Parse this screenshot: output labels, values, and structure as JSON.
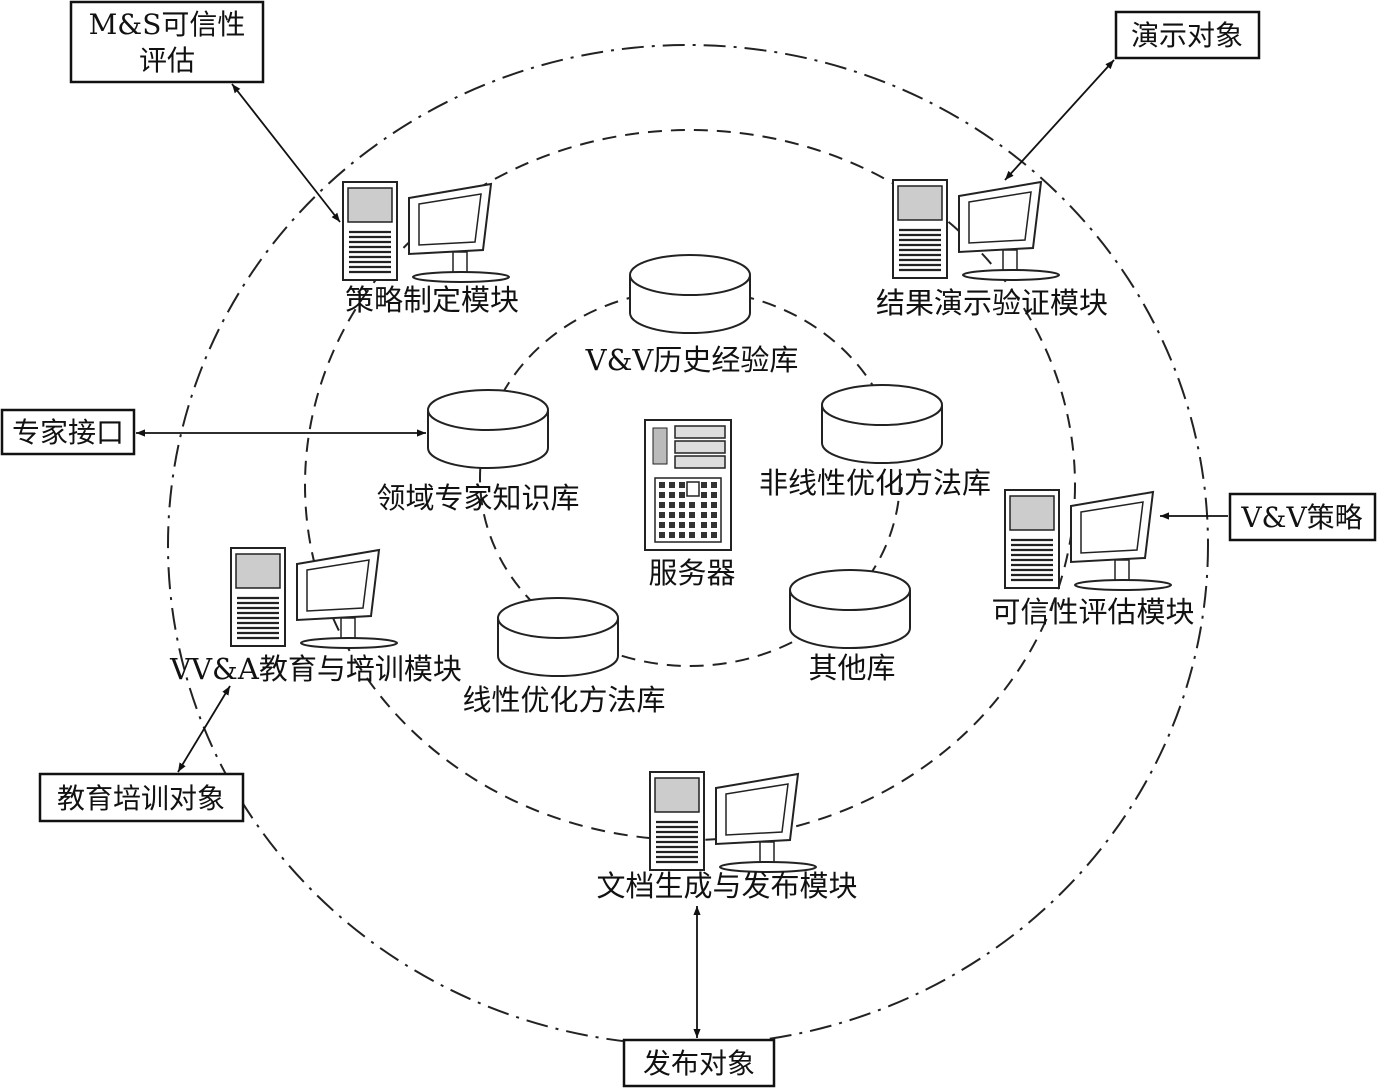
{
  "server": {
    "label": "服务器",
    "icon": "server-tower-icon"
  },
  "databases": [
    {
      "id": "history",
      "label": "V&V历史经验库",
      "icon": "database-cylinder-icon"
    },
    {
      "id": "expert-knowledge",
      "label": "领域专家知识库",
      "icon": "database-cylinder-icon"
    },
    {
      "id": "nonlinear",
      "label": "非线性优化方法库",
      "icon": "database-cylinder-icon"
    },
    {
      "id": "linear",
      "label": "线性优化方法库",
      "icon": "database-cylinder-icon"
    },
    {
      "id": "other",
      "label": "其他库",
      "icon": "database-cylinder-icon"
    }
  ],
  "modules": [
    {
      "id": "strategy",
      "label": "策略制定模块",
      "icon": "workstation-icon"
    },
    {
      "id": "result-demo",
      "label": "结果演示验证模块",
      "icon": "workstation-icon"
    },
    {
      "id": "credibility",
      "label": "可信性评估模块",
      "icon": "workstation-icon"
    },
    {
      "id": "education",
      "label": "VV&A教育与培训模块",
      "icon": "workstation-icon"
    },
    {
      "id": "document",
      "label": "文档生成与发布模块",
      "icon": "workstation-icon"
    }
  ],
  "external": [
    {
      "id": "ms-credibility",
      "lines": [
        "M&S可信性",
        "评估"
      ]
    },
    {
      "id": "demo-object",
      "lines": [
        "演示对象"
      ]
    },
    {
      "id": "expert-interface",
      "lines": [
        "专家接口"
      ]
    },
    {
      "id": "vv-strategy",
      "lines": [
        "V&V策略"
      ]
    },
    {
      "id": "education-object",
      "lines": [
        "教育培训对象"
      ]
    },
    {
      "id": "publish-object",
      "lines": [
        "发布对象"
      ]
    }
  ]
}
